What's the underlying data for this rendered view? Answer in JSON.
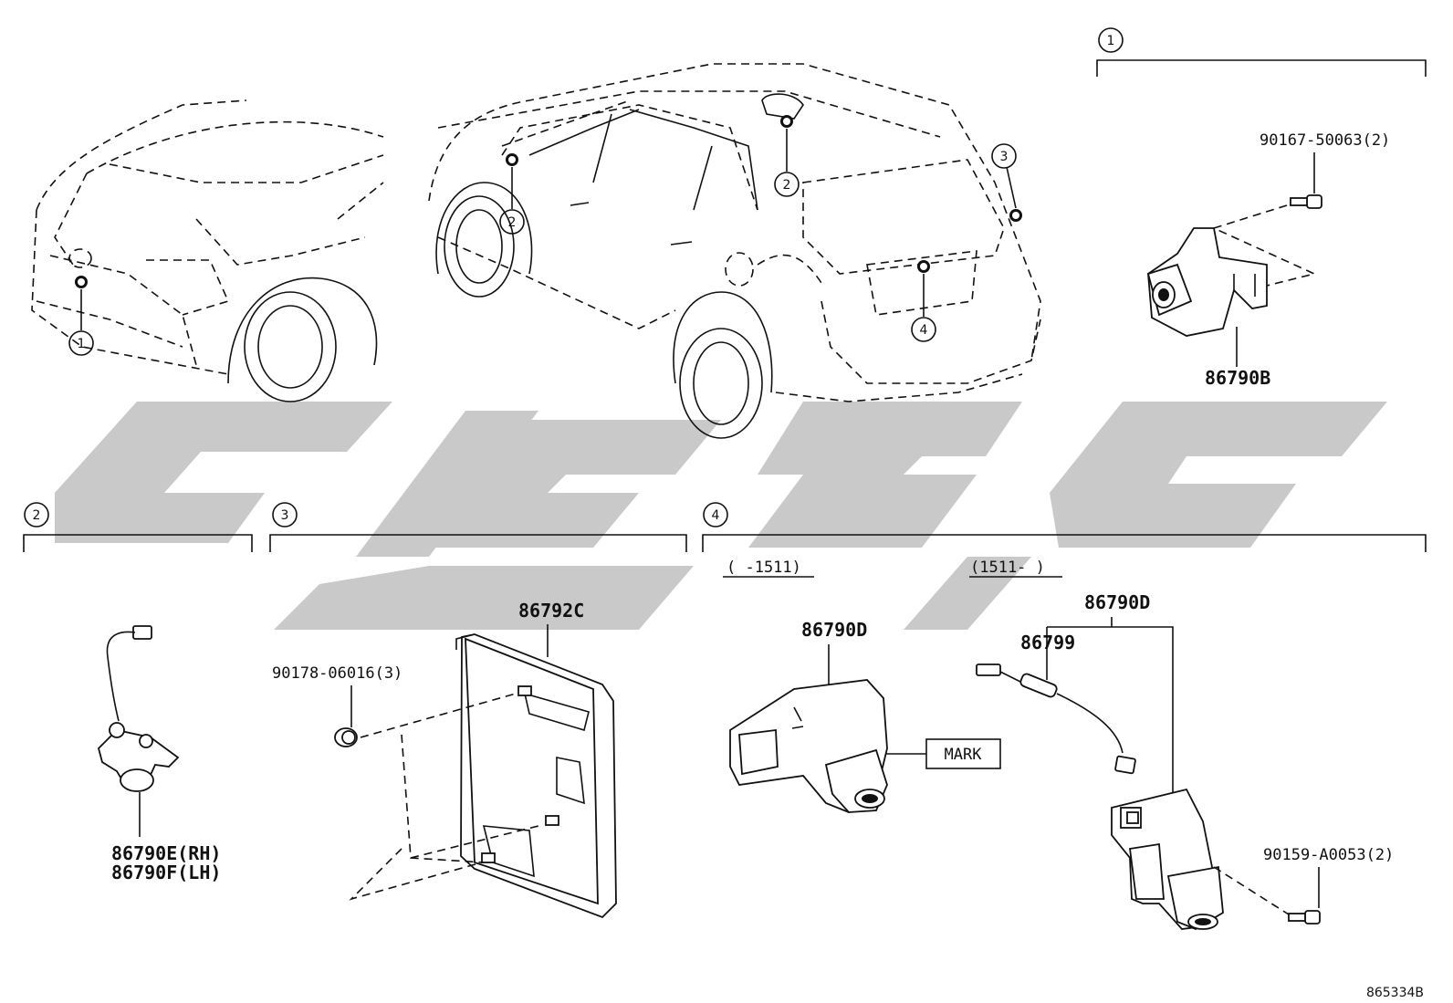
{
  "callouts": [
    "1",
    "2",
    "3",
    "4"
  ],
  "section_1": {
    "callout": "1",
    "parts": [
      "90167-50063(2)",
      "86790B"
    ]
  },
  "section_2": {
    "callout": "2",
    "parts": [
      "86790E(RH)",
      "86790F(LH)"
    ]
  },
  "section_3": {
    "callout": "3",
    "parts": [
      "86792C",
      "90178-06016(3)"
    ]
  },
  "section_4": {
    "callout": "4",
    "range_left": "(      -1511)",
    "range_right": "(1511-      )",
    "parts_left": [
      "86790D"
    ],
    "mark_label": "MARK",
    "parts_right": [
      "86790D",
      "86799",
      "90159-A0053(2)"
    ]
  },
  "diagram_code": "865334B",
  "watermark_color": "#c9c9c9"
}
